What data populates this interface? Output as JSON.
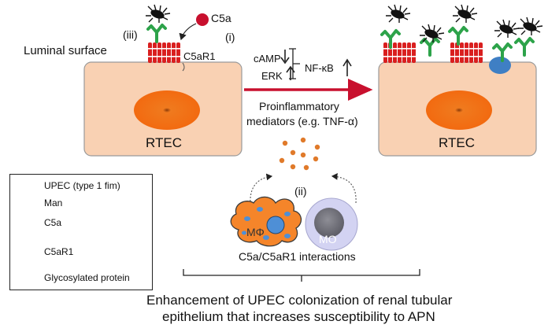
{
  "labels": {
    "c5a_top": "C5a",
    "luminal_surface": "Luminal surface",
    "roman_iii": "(iii)",
    "roman_i": "(i)",
    "roman_ii": "(ii)",
    "c5ar1": "C5aR1",
    "camp": "cAMP",
    "erk": "ERK",
    "nfkb": "NF-κB",
    "proinflammatory_line1": "Proinflammatory",
    "proinflammatory_line2": "mediators (e.g. TNF-α)",
    "rtec_left": "RTEC",
    "rtec_right": "RTEC",
    "macrophage": "MΦ",
    "monocyte": "MO",
    "interactions": "C5a/C5aR1 interactions",
    "conclusion_line1": "Enhancement of UPEC colonization of renal tubular",
    "conclusion_line2": "epithelium that increases susceptibility to APN"
  },
  "legend": {
    "items": [
      {
        "icon": "upec-bacterium-icon",
        "label": "UPEC (type 1 fim)"
      },
      {
        "icon": "mannose-icon",
        "label": "Man"
      },
      {
        "icon": "c5a-dot-icon",
        "label": "C5a"
      },
      {
        "icon": "c5ar1-receptor-icon",
        "label": "C5aR1"
      },
      {
        "icon": "glycosylated-protein-icon",
        "label": "Glycosylated protein"
      }
    ]
  },
  "colors": {
    "cell_fill": "#f9d1b3",
    "cell_stroke": "#9a9a9a",
    "nucleus": "#f07a1e",
    "receptor": "#d91f1f",
    "mannose": "#2da34a",
    "c5a": "#c8102e",
    "arrow": "#c8102e",
    "mediator_dot": "#e07a2a",
    "macrophage": "#f5852a",
    "monocyte": "#d3d3f2",
    "glycoprotein": "#3f7fc4"
  }
}
